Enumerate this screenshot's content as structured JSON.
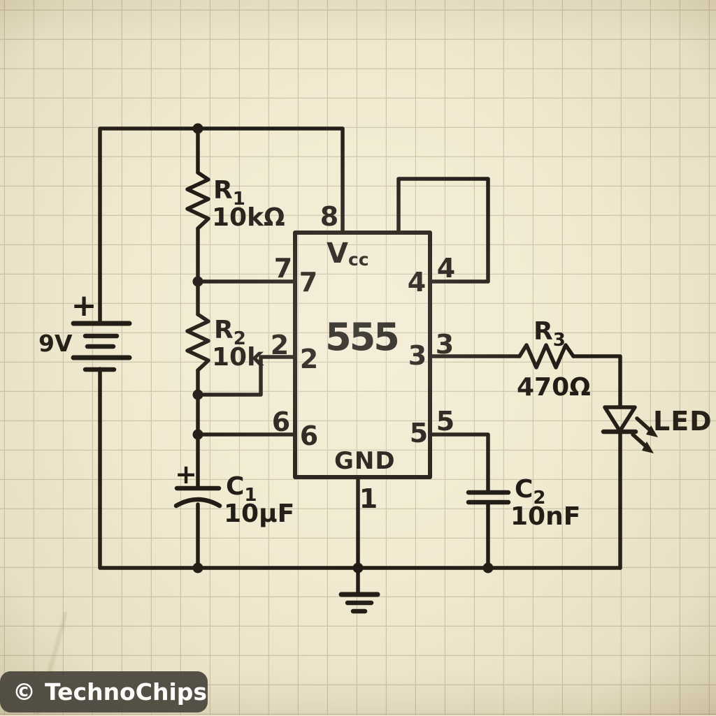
{
  "watermark": {
    "copyright_symbol": "©",
    "brand": "TechnoChips"
  },
  "power": {
    "battery_voltage": "9V",
    "battery_plus": "+"
  },
  "ic555": {
    "part_number": "555",
    "vcc_label": {
      "main": "V",
      "sub": "cc"
    },
    "gnd_label": "GND",
    "inside_pins": {
      "pin7": "7",
      "pin2": "2",
      "pin6": "6",
      "pin4": "4",
      "pin3": "3",
      "pin5": "5"
    },
    "outside_pins": {
      "pin8": "8",
      "pin7": "7",
      "pin2": "2",
      "pin6": "6",
      "pin1": "1",
      "pin4": "4",
      "pin3": "3",
      "pin5": "5"
    }
  },
  "components": {
    "r1": {
      "ref": "R",
      "sub": "1",
      "value": "10kΩ"
    },
    "r2": {
      "ref": "R",
      "sub": "2",
      "value": "10k"
    },
    "r3": {
      "ref": "R",
      "sub": "3",
      "value": "470Ω"
    },
    "c1": {
      "ref": "C",
      "sub": "1",
      "value": "10µF",
      "polarity": "+"
    },
    "c2": {
      "ref": "C",
      "sub": "2",
      "value": "10nF"
    },
    "led": {
      "label": "LED"
    }
  },
  "colors": {
    "ink": "#211c15",
    "paper": "#f2ebd2",
    "grid": "#b1a88e",
    "watermark_bg": "#4a463c",
    "watermark_text": "#ffffff"
  }
}
